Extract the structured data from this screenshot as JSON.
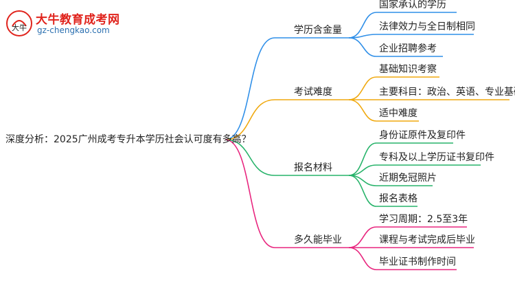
{
  "logo": {
    "title": "大牛教育成考网",
    "url": "gz-chengkao.com",
    "badge_text": "大牛"
  },
  "mindmap": {
    "root": "深度分析：2025广州成考专升本学历社会认可度有多高？",
    "branches": [
      {
        "label": "学历含金量",
        "color": "#2f8fe8",
        "children": [
          "国家承认的学历",
          "法律效力与全日制相同",
          "企业招聘参考"
        ]
      },
      {
        "label": "考试难度",
        "color": "#f0a90f",
        "children": [
          "基础知识考察",
          "主要科目：政治、英语、专业基础",
          "适中难度"
        ]
      },
      {
        "label": "报名材料",
        "color": "#27b36a",
        "children": [
          "身份证原件及复印件",
          "专科及以上学历证书复印件",
          "近期免冠照片",
          "报名表格"
        ]
      },
      {
        "label": "多久能毕业",
        "color": "#e8257e",
        "children": [
          "学习周期：2.5至3年",
          "课程与考试完成后毕业",
          "毕业证书制作时间"
        ]
      }
    ]
  }
}
